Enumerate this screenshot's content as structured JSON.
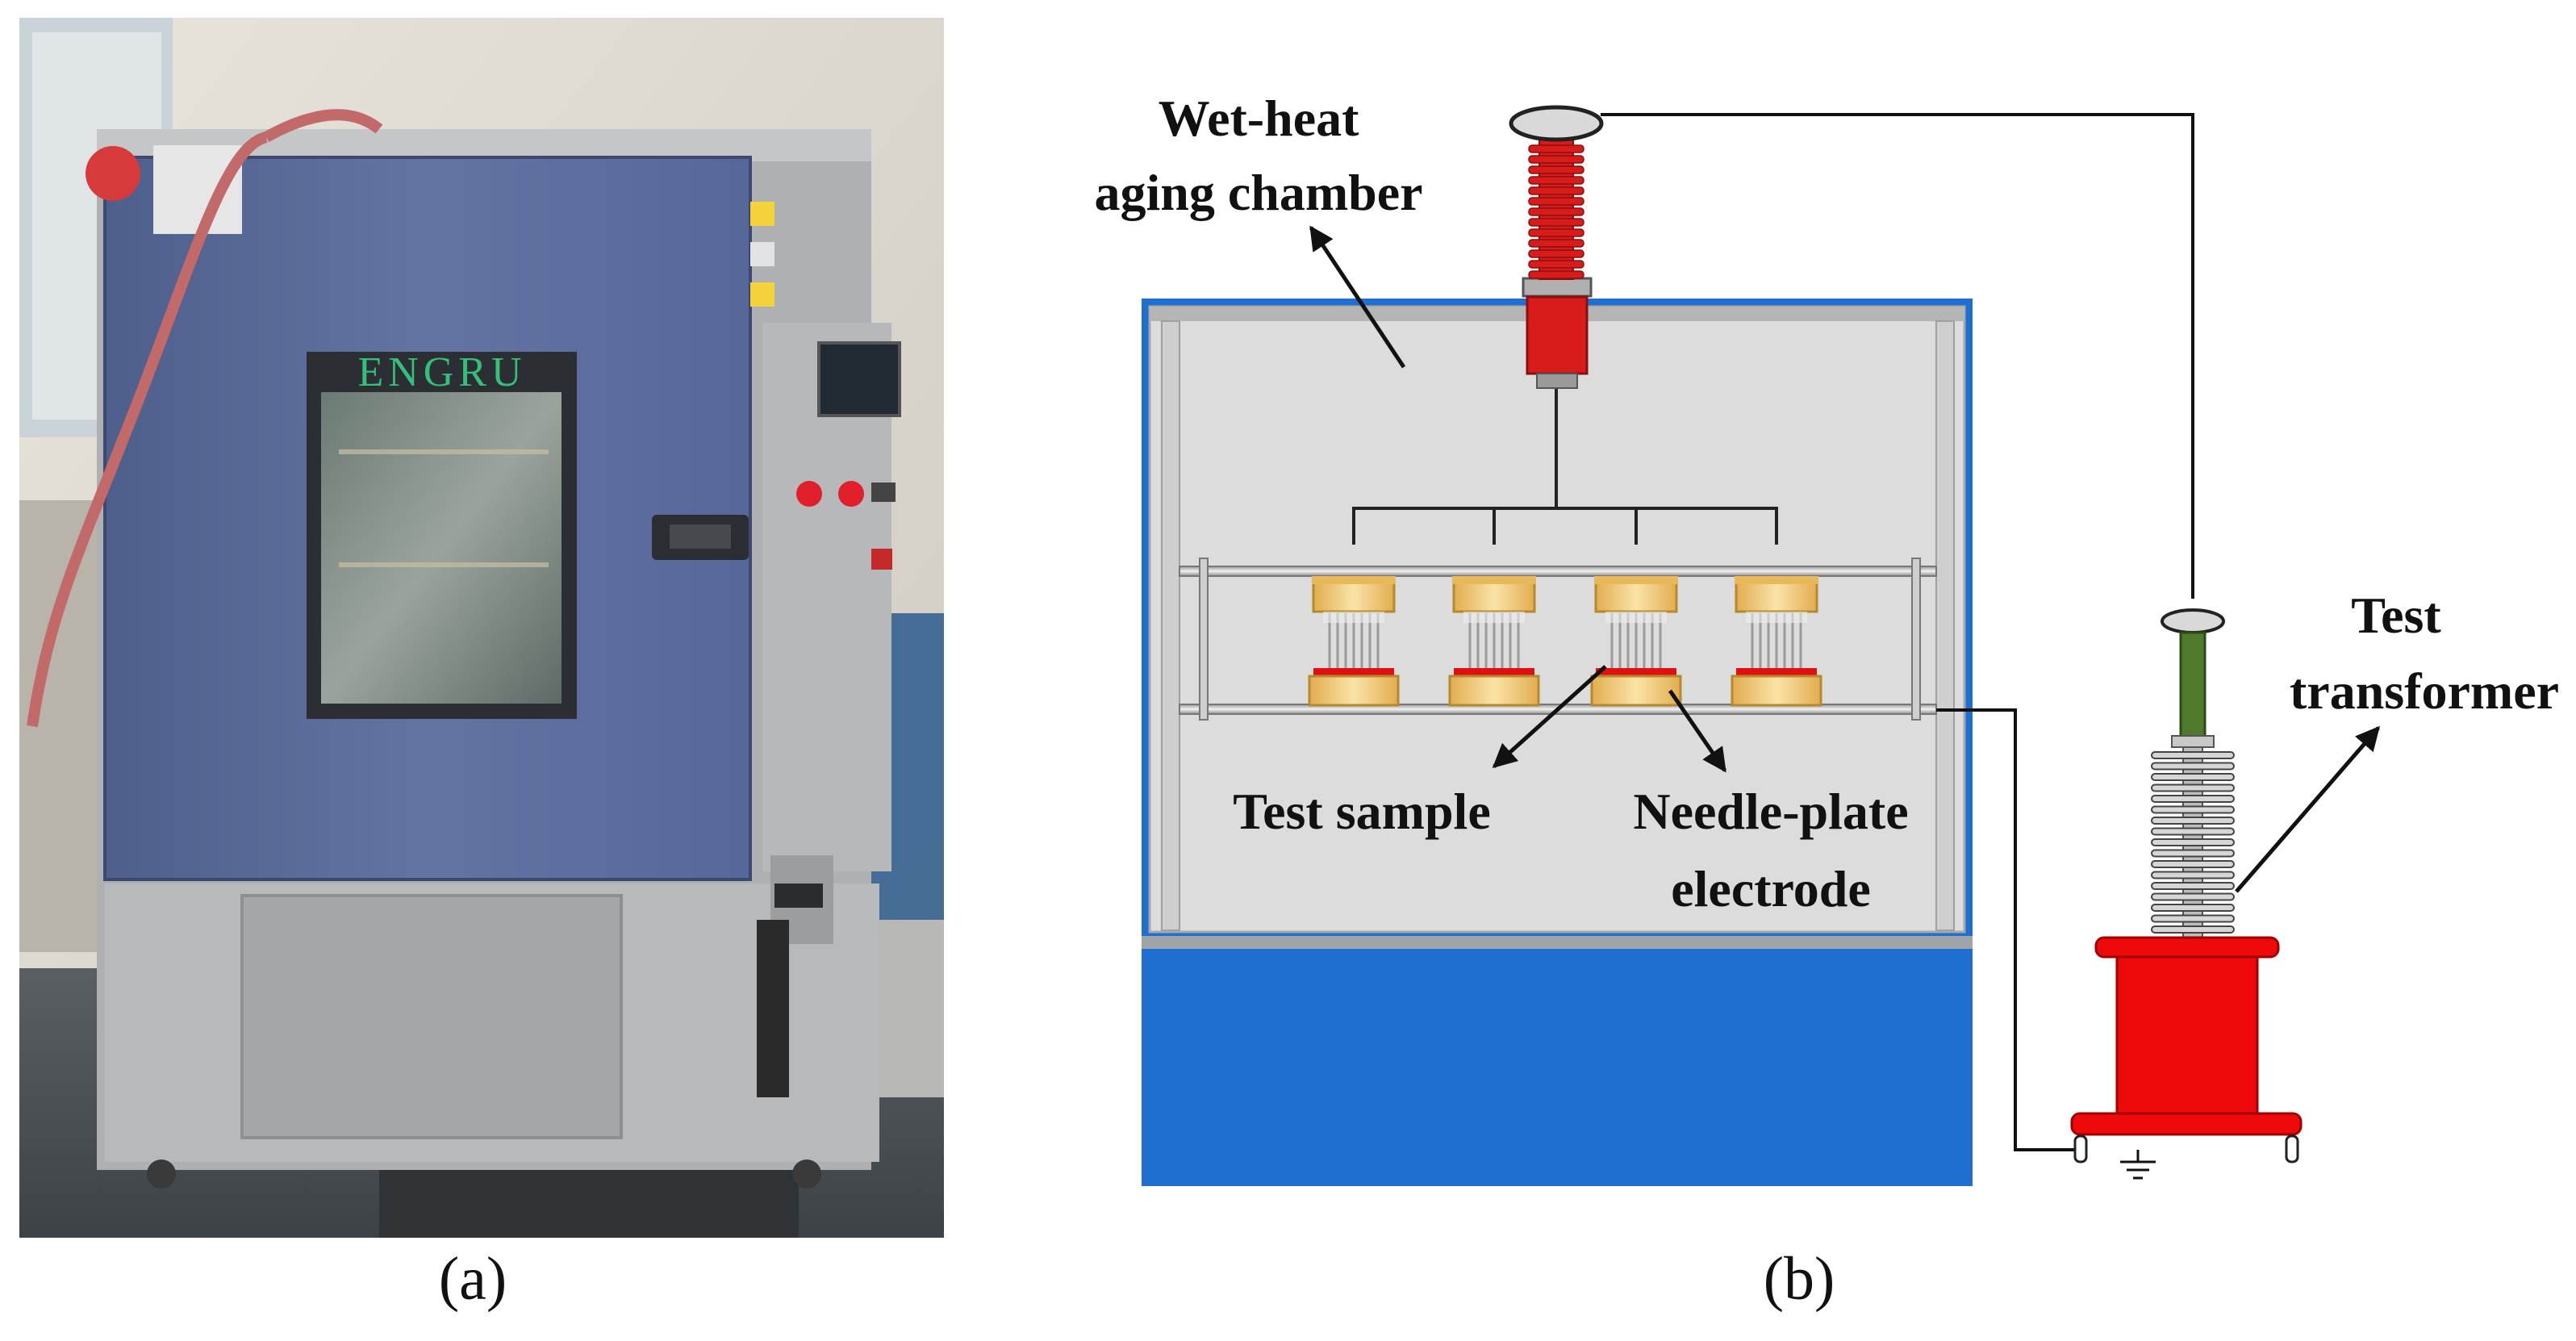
{
  "panel_a": {
    "caption": "(a)",
    "brand_text": "ENGRU"
  },
  "panel_b": {
    "caption": "(b)",
    "labels": {
      "chamber_line1": "Wet-heat",
      "chamber_line2": "aging chamber",
      "transformer_line1": "Test",
      "transformer_line2": "transformer",
      "sample": "Test sample",
      "electrode_line1": "Needle-plate",
      "electrode_line2": "electrode"
    },
    "sample_count": 4
  },
  "colors": {
    "chamber_blue": "#1e6fd0",
    "chamber_inner": "#dcdcdc",
    "bushing_red": "#d81b1b",
    "transformer_red": "#ee0a0a",
    "electrode_gold": "#f0c77a",
    "bushing_green": "#4f7a2c",
    "photo_panel": "#5e6f98",
    "photo_body": "#aeb0b2"
  }
}
